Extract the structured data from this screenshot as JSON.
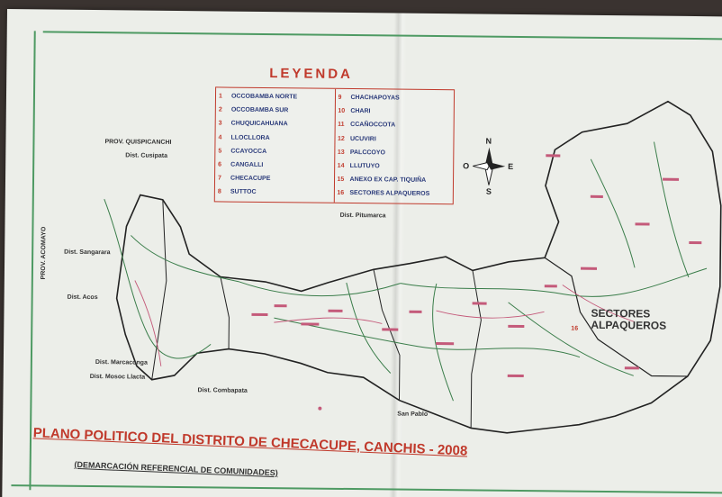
{
  "legend": {
    "title": "LEYENDA",
    "items": [
      {
        "num": "1",
        "name": "OCCOBAMBA NORTE"
      },
      {
        "num": "2",
        "name": "OCCOBAMBA SUR"
      },
      {
        "num": "3",
        "name": "CHUQUICAHUANA"
      },
      {
        "num": "4",
        "name": "LLOCLLORA"
      },
      {
        "num": "5",
        "name": "CCAYOCCA"
      },
      {
        "num": "6",
        "name": "CANGALLI"
      },
      {
        "num": "7",
        "name": "CHECACUPE"
      },
      {
        "num": "8",
        "name": "SUTTOC"
      },
      {
        "num": "9",
        "name": "CHACHAPOYAS"
      },
      {
        "num": "10",
        "name": "CHARI"
      },
      {
        "num": "11",
        "name": "CCAÑOCCOTA"
      },
      {
        "num": "12",
        "name": "UCUVIRI"
      },
      {
        "num": "13",
        "name": "PALCCOYO"
      },
      {
        "num": "14",
        "name": "LLUTUYO"
      },
      {
        "num": "15",
        "name": "ANEXO EX CAP. TIQUIÑA"
      },
      {
        "num": "16",
        "name": "SECTORES ALPAQUEROS"
      }
    ]
  },
  "compass": {
    "n": "N",
    "s": "S",
    "e": "E",
    "o": "O"
  },
  "places": {
    "prov_quispicanchi": "PROV. QUISPICANCHI",
    "dist_cusipata": "Dist. Cusipata",
    "dist_pitumarca": "Dist. Pitumarca",
    "dist_sangarara": "Dist. Sangarara",
    "dist_acos": "Dist. Acos",
    "dist_acomayo": "PROV. ACOMAYO",
    "dist_marcaconga": "Dist. Marcaconga",
    "dist_mosoc_llacta": "Dist. Mosoc Llacta",
    "dist_combapata": "Dist. Combapata",
    "san_pablo": "San Pablo",
    "sectores": "SECTORES ALPAQUEROS",
    "sect_num": "16"
  },
  "title": {
    "main": "PLANO POLITICO DEL DISTRITO DE CHECACUPE, CANCHIS - 2008",
    "sub": "(DEMARCACIÓN REFERENCIAL DE COMUNIDADES)"
  },
  "colors": {
    "title": "#c0392b",
    "frame": "#4e9a63",
    "boundary": "#222222",
    "rivers": "#3a7d4a",
    "roads": "#c45a7a"
  }
}
